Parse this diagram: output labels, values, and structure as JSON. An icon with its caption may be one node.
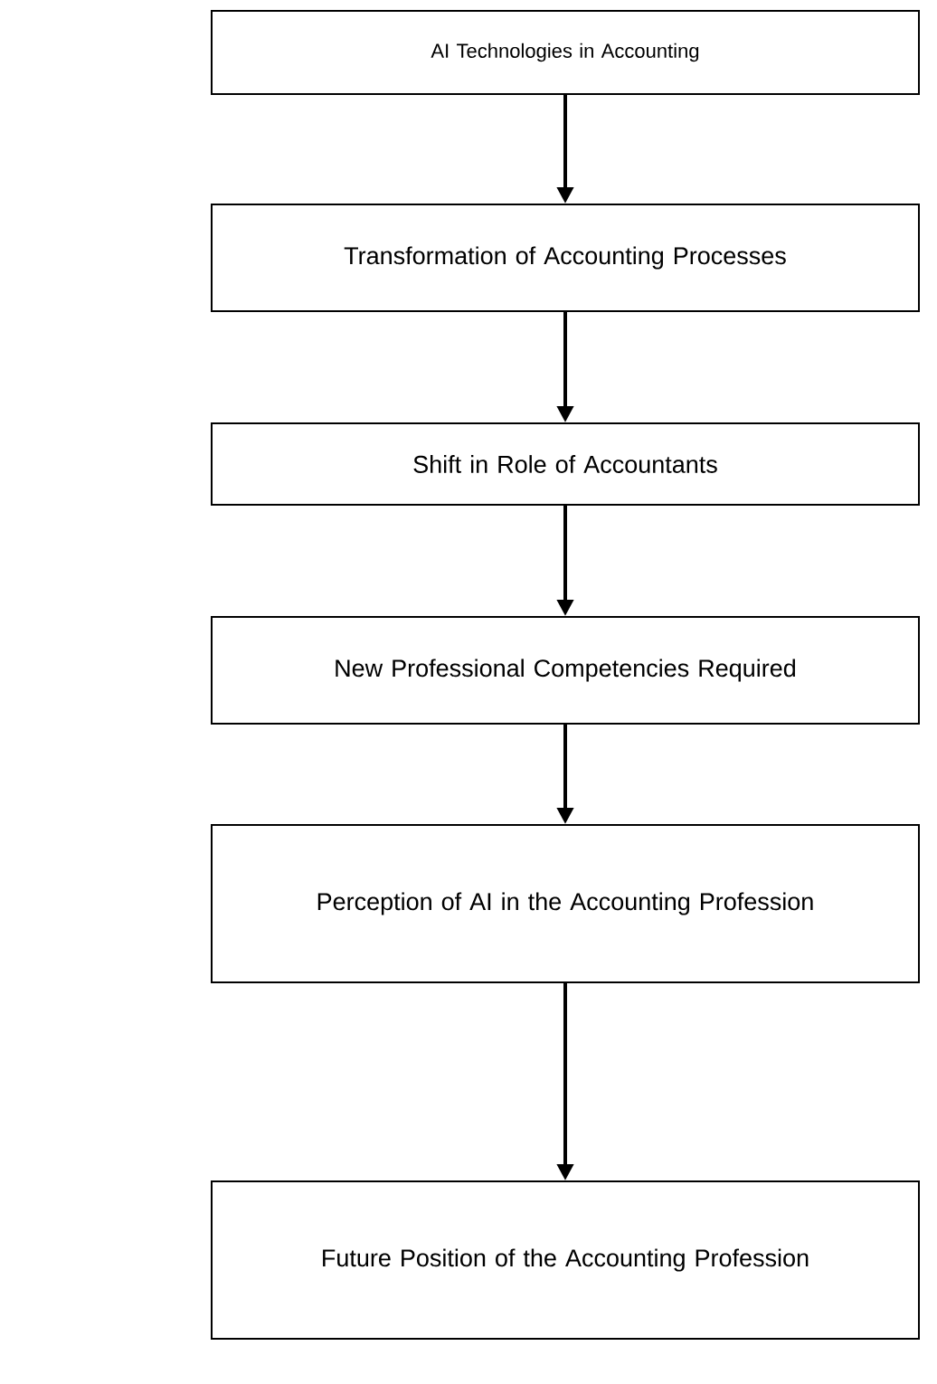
{
  "diagram": {
    "nodes": [
      {
        "text": [
          "AI Technologies in Accounting"
        ]
      },
      {
        "text": [
          "Transformation of Accounting Processes"
        ]
      },
      {
        "text": [
          "Shift in Role of Accountants"
        ]
      },
      {
        "text": [
          "New Professional Competencies Required"
        ]
      },
      {
        "text": [
          "Perception of AI in the Accounting Profession"
        ]
      },
      {
        "text": [
          "Future Position of the Accounting Profession"
        ]
      }
    ],
    "edges": [
      {
        "from": 0,
        "to": 1,
        "arrow": "to"
      },
      {
        "from": 1,
        "to": 2,
        "arrow": "to"
      },
      {
        "from": 2,
        "to": 3,
        "arrow": "to"
      },
      {
        "from": 3,
        "to": 4,
        "arrow": "to"
      },
      {
        "from": 4,
        "to": 5,
        "arrow": "to"
      }
    ]
  }
}
